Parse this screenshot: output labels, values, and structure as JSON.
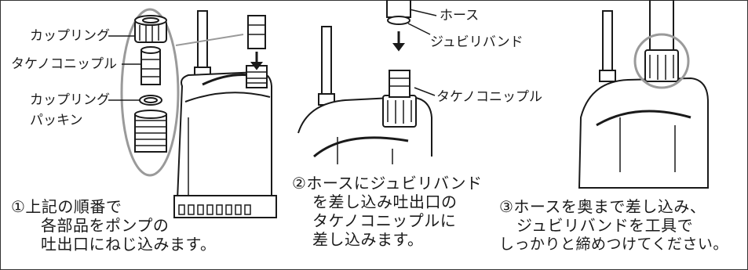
{
  "panel1": {
    "labels": {
      "coupling_ring": "カップリング",
      "takenoko_nipple": "タケノコニップル",
      "coupling_packing_line1": "カップリング",
      "coupling_packing_line2": "パッキン"
    },
    "step": {
      "line1": "①上記の順番で",
      "line2": "各部品をポンプの",
      "line3": "吐出口にねじ込みます。"
    }
  },
  "panel2": {
    "labels": {
      "hose": "ホース",
      "jubilee_band": "ジュビリバンド",
      "takenoko_nipple": "タケノコニップル"
    },
    "step": {
      "line1": "②ホースにジュビリバンド",
      "line2": "を差し込み吐出口の",
      "line3": "タケノコニップルに",
      "line4": "差し込みます。"
    }
  },
  "panel3": {
    "step": {
      "line1": "③ホースを奥まで差し込み、",
      "line2": "ジュビリバンドを工具で",
      "line3": "しっかりと締めつけてください。"
    }
  },
  "colors": {
    "line": "#1a1a1a",
    "highlight_circle": "#9a9a9a",
    "text": "#1a1a1a"
  }
}
